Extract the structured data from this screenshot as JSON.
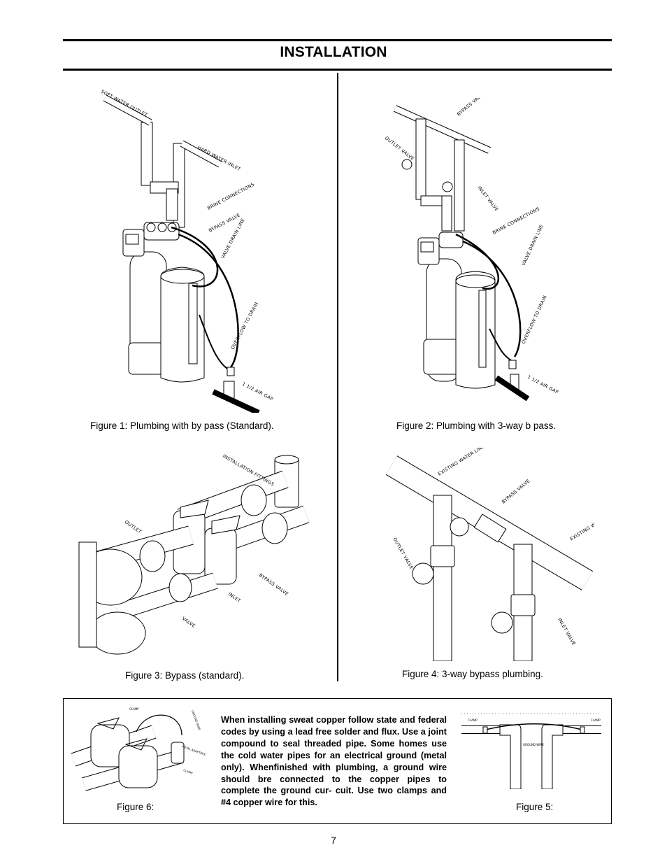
{
  "header": {
    "title": "INSTALLATION"
  },
  "figures": {
    "fig1": {
      "caption": "Figure 1: Plumbing with by pass (Standard).",
      "labels": {
        "soft_water_outlet": "SOFT WATER OUTLET",
        "hard_water_inlet": "HARD WATER INLET",
        "brine_connections": "BRINE CONNECTIONS",
        "bypass_valve": "BYPASS VALVE",
        "valve_drain_line": "VALVE DRAIN LINE",
        "overflow_to_drain": "OVERFLOW TO DRAIN",
        "air_gap": "1 1/2 AIR GAP"
      }
    },
    "fig2": {
      "caption": "Figure 2: Plumbing with 3-way b pass.",
      "labels": {
        "bypass_valve": "BYPASS VALVE",
        "outlet_valve": "OUTLET VALVE",
        "inlet_valve": "INLET VALVE",
        "brine_connections": "BRINE CONNECTIONS",
        "valve_drain_line": "VALVE DRAIN LINE",
        "overflow_to_drain": "OVERFLOW TO DRAIN",
        "air_gap": "1 1/2 AIR GAP"
      }
    },
    "fig3": {
      "caption": "Figure 3: Bypass (standard).",
      "labels": {
        "installation_fittings": "INSTALLATION FITTINGS",
        "outlet": "OUTLET",
        "bypass_valve": "BYPASS VALVE",
        "inlet": "INLET",
        "valve": "VALVE"
      }
    },
    "fig4": {
      "caption": "Figure 4: 3-way bypass plumbing.",
      "labels": {
        "existing_water_line_top": "EXISTING WATER LINE",
        "bypass_valve": "BYPASS VALVE",
        "existing_water_line_right": "EXISTING WATER LINE",
        "outlet_valve": "OUTLET VALVE",
        "inlet_valve": "INLET VALVE"
      }
    },
    "fig5": {
      "caption": "Figure 5:",
      "labels": {
        "clamp_left": "CLAMP",
        "clamp_right": "CLAMP",
        "ground_wire": "GROUND WIRE"
      }
    },
    "fig6": {
      "caption": "Figure 6:",
      "labels": {
        "clamp": "CLAMP",
        "ground_wire": "GROUND WIRE",
        "metal_adapters": "METAL ADAPTERS",
        "clamp2": "CLAMP"
      }
    }
  },
  "note": "When installing sweat copper follow state and federal codes by using a lead free solder and flux. Use a joint compound to seal threaded pipe. Some homes use the cold water pipes for an electrical ground (metal only). Whenfinished with plumbing, a ground wire should bre connected to the copper pipes to complete the ground cur- cuit. Use two clamps and #4 copper wire for this.",
  "page_number": "7"
}
